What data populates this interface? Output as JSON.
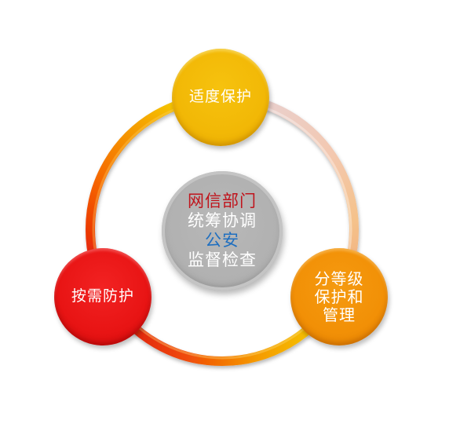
{
  "diagram": {
    "type": "cycle",
    "center": {
      "lines": [
        {
          "text": "网信部门",
          "color": "#c0141c"
        },
        {
          "text": "统筹协调",
          "color": "#ffffff"
        },
        {
          "text": "公安",
          "color": "#1f6fc0"
        },
        {
          "text": "监督检查",
          "color": "#ffffff"
        }
      ],
      "fill": "#b0b0b0"
    },
    "nodes": [
      {
        "id": "top",
        "lines": [
          "适度保护"
        ],
        "fill": "#f2b806"
      },
      {
        "id": "right",
        "lines": [
          "分等级",
          "保护和",
          "管理"
        ],
        "fill": "#f29006"
      },
      {
        "id": "left",
        "lines": [
          "按需防护"
        ],
        "fill": "#e81414"
      }
    ],
    "ring": {
      "segments": [
        {
          "from": "top",
          "to": "right",
          "colors": [
            "#e8d0d4",
            "#f5c89a",
            "#f0b07a"
          ]
        },
        {
          "from": "right",
          "to": "left",
          "colors": [
            "#f5d000",
            "#f59000",
            "#e02010"
          ]
        },
        {
          "from": "left",
          "to": "top",
          "colors": [
            "#e01010",
            "#f57a00",
            "#f5e000"
          ]
        }
      ]
    }
  }
}
